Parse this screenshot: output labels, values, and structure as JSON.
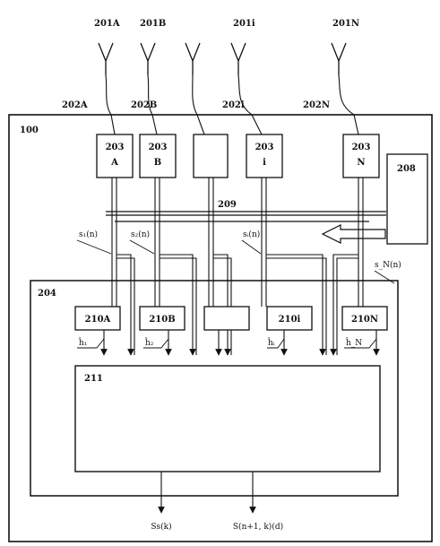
{
  "antennas": [
    {
      "ref": "201A"
    },
    {
      "ref": "201B"
    },
    {
      "ref": ""
    },
    {
      "ref": "201i"
    },
    {
      "ref": "201N"
    }
  ],
  "feeds": [
    {
      "ref": "202A"
    },
    {
      "ref": "202B"
    },
    {
      "ref": "202i"
    },
    {
      "ref": "202N"
    }
  ],
  "outer_box": {
    "ref": "100"
  },
  "rf_units": [
    {
      "ref": "203",
      "sub": "A"
    },
    {
      "ref": "203",
      "sub": "B"
    },
    {
      "ref": "",
      "sub": ""
    },
    {
      "ref": "203",
      "sub": "i"
    },
    {
      "ref": "203",
      "sub": "N"
    }
  ],
  "controller": {
    "ref": "208"
  },
  "bus": {
    "ref": "209"
  },
  "signals": [
    {
      "label": "s₁(n)"
    },
    {
      "label": "s₂(n)"
    },
    {
      "label": "sᵢ(n)"
    },
    {
      "label": "s_N(n)"
    }
  ],
  "inner_box": {
    "ref": "204"
  },
  "estimators": [
    {
      "ref": "210A"
    },
    {
      "ref": "210B"
    },
    {
      "ref": ""
    },
    {
      "ref": "210i"
    },
    {
      "ref": "210N"
    }
  ],
  "weights": [
    {
      "label": "ĥ₁"
    },
    {
      "label": "ĥ₂"
    },
    {
      "label": "ĥᵢ"
    },
    {
      "label": "ĥ_N"
    }
  ],
  "combiner": {
    "ref": "211"
  },
  "outputs": [
    {
      "label": "Ss(k)"
    },
    {
      "label": "S(n+1, k)(d)"
    }
  ]
}
